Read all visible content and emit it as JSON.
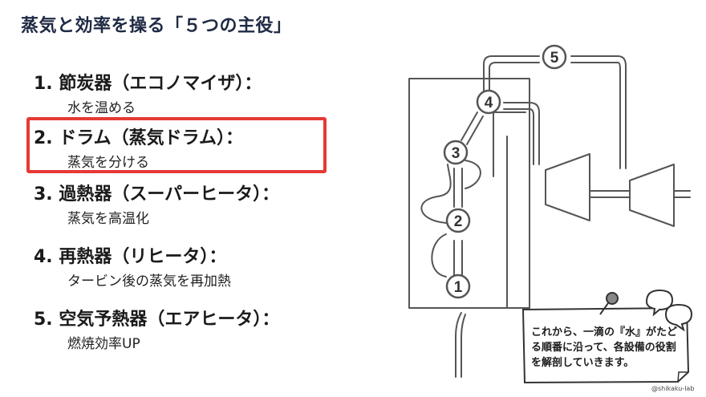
{
  "title": "蒸気と効率を操る「５つの主役」",
  "items": [
    {
      "head": "1. 節炭器（エコノマイザ）：",
      "sub": "水を温める"
    },
    {
      "head": "2. ドラム（蒸気ドラム）：",
      "sub": "蒸気を分ける"
    },
    {
      "head": "3. 過熱器（スーパーヒータ）：",
      "sub": "蒸気を高温化"
    },
    {
      "head": "4. 再熱器（リヒータ）：",
      "sub": "タービン後の蒸気を再加熱"
    },
    {
      "head": "5. 空気予熱器（エアヒータ）：",
      "sub": "燃焼効率UP"
    }
  ],
  "highlighted_item": 2,
  "diagram": {
    "markers": [
      "1",
      "2",
      "3",
      "4",
      "5"
    ]
  },
  "note": "これから、一滴の『水』がたどる順番に沿って、各設備の役割を解剖していきます。",
  "credit": "@shikaku-lab",
  "colors": {
    "title": "#1f2a44",
    "highlight": "#e53935",
    "line": "#555555"
  }
}
